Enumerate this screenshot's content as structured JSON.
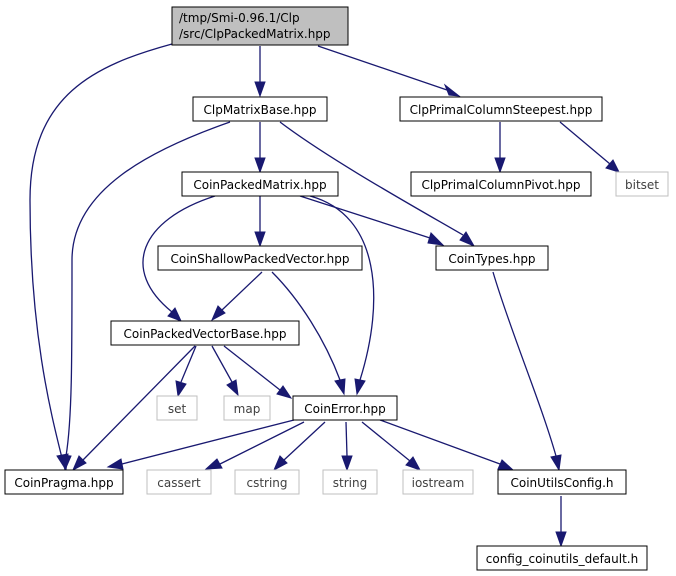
{
  "colors": {
    "edge": "#191970",
    "root_fill": "#bfbfbf",
    "node_fill": "#ffffff",
    "node_border": "#000000",
    "system_border": "#bfbfbf",
    "system_text": "#404040"
  },
  "nodes": {
    "root": {
      "lines": [
        "/tmp/Smi-0.96.1/Clp",
        "/src/ClpPackedMatrix.hpp"
      ]
    },
    "clp_matrix_base": {
      "label": "ClpMatrixBase.hpp"
    },
    "clp_primal_steep": {
      "label": "ClpPrimalColumnSteepest.hpp"
    },
    "coin_packed_matrix": {
      "label": "CoinPackedMatrix.hpp"
    },
    "clp_primal_pivot": {
      "label": "ClpPrimalColumnPivot.hpp"
    },
    "bitset": {
      "label": "bitset"
    },
    "coin_shallow": {
      "label": "CoinShallowPackedVector.hpp"
    },
    "coin_types": {
      "label": "CoinTypes.hpp"
    },
    "coin_pvb": {
      "label": "CoinPackedVectorBase.hpp"
    },
    "set": {
      "label": "set"
    },
    "map": {
      "label": "map"
    },
    "coin_error": {
      "label": "CoinError.hpp"
    },
    "coin_pragma": {
      "label": "CoinPragma.hpp"
    },
    "cassert": {
      "label": "cassert"
    },
    "cstring": {
      "label": "cstring"
    },
    "string": {
      "label": "string"
    },
    "iostream": {
      "label": "iostream"
    },
    "coin_utils_config": {
      "label": "CoinUtilsConfig.h"
    },
    "config_default": {
      "label": "config_coinutils_default.h"
    }
  }
}
